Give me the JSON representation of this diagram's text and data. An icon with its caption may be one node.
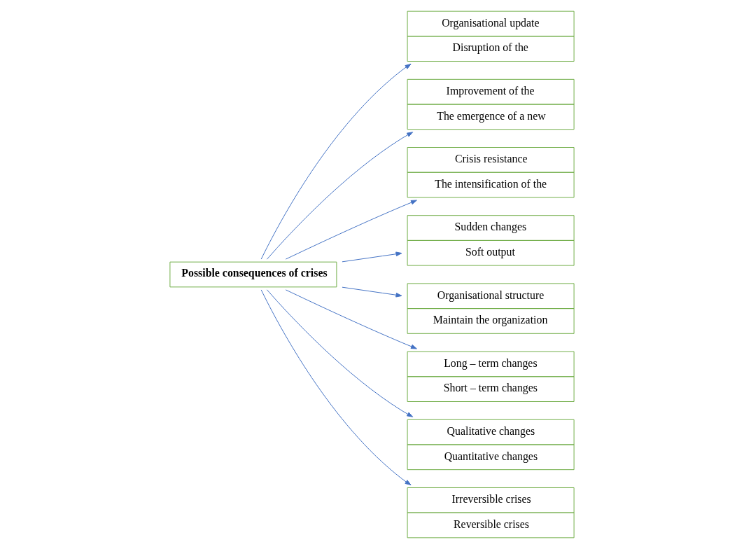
{
  "diagram": {
    "nodes": [
      {
        "text": [
          "Possible consequences of crises"
        ]
      },
      {
        "text": [
          "Organisational update",
          "Disruption of the"
        ]
      },
      {
        "text": [
          "Improvement of the",
          "The emergence of a new"
        ]
      },
      {
        "text": [
          "Crisis resistance",
          "The intensification of the"
        ]
      },
      {
        "text": [
          "Sudden changes",
          "Soft output"
        ]
      },
      {
        "text": [
          "Organisational structure",
          "Maintain the organization"
        ]
      },
      {
        "text": [
          "Long – term changes",
          "Short – term changes"
        ]
      },
      {
        "text": [
          "Qualitative changes",
          "Quantitative changes"
        ]
      },
      {
        "text": [
          "Irreversible crises",
          "Reversible crises"
        ]
      }
    ],
    "edges": [
      {
        "from": 0,
        "to": 1,
        "arrow": "to"
      },
      {
        "from": 0,
        "to": 2,
        "arrow": "to"
      },
      {
        "from": 0,
        "to": 3,
        "arrow": "to"
      },
      {
        "from": 0,
        "to": 4,
        "arrow": "to"
      },
      {
        "from": 0,
        "to": 5,
        "arrow": "to"
      },
      {
        "from": 0,
        "to": 6,
        "arrow": "to"
      },
      {
        "from": 0,
        "to": 7,
        "arrow": "to"
      },
      {
        "from": 0,
        "to": 8,
        "arrow": "to"
      }
    ]
  }
}
